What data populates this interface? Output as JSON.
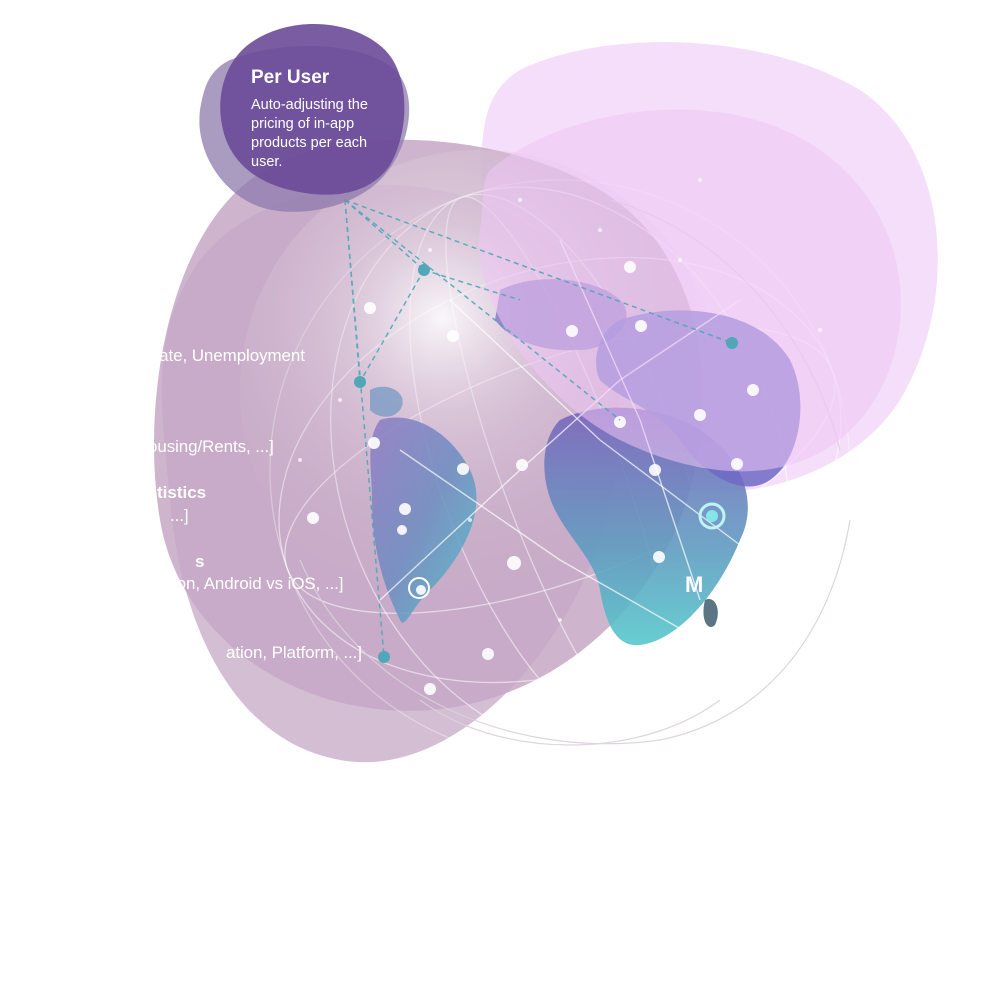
{
  "per_user": {
    "title": "Per User",
    "description": "Auto-adjusting the pricing of in-app products per each user."
  },
  "factor_lines": [
    "Rate, Unemployment",
    "ousing/Rents, ...]",
    "tistics",
    "...]",
    "s",
    "ion, Android vs iOS, ...]",
    "ation, Platform, ...]"
  ],
  "macro_label": "M",
  "colors": {
    "per_user_blob": "#6b4a98",
    "per_user_blob_back": "#8a78aa",
    "mauve_blob": "#c9aec8",
    "pink_blob": "#f0c8f5",
    "land_teal": "#5fa6b7",
    "land_purple": "#7d62b8",
    "accent_cyan": "#4fb3c3",
    "grid_line": "#ffffff"
  },
  "icons": [
    "globe-icon",
    "network-node-icon",
    "target-marker-icon"
  ]
}
